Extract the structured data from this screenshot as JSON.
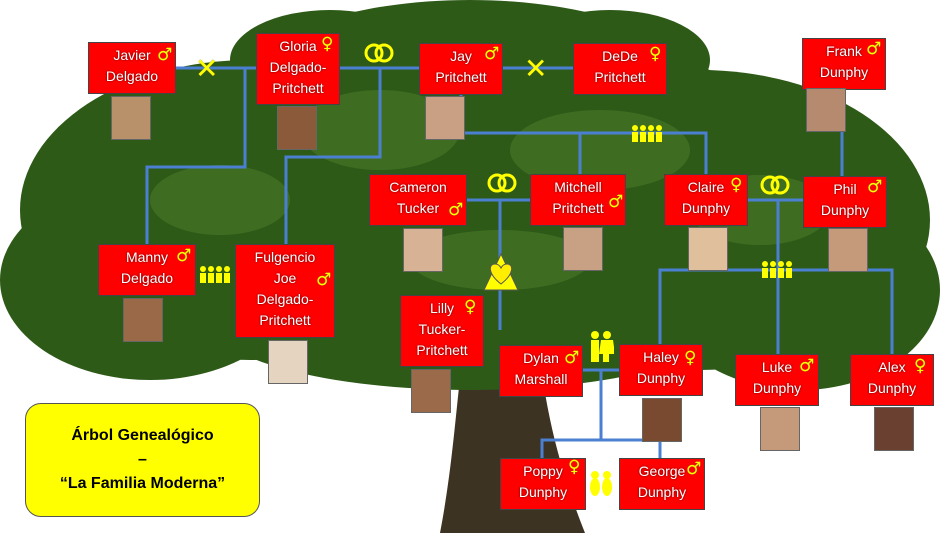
{
  "title": {
    "line1": "Árbol Genealógico",
    "line2": "–",
    "line3": "“La Familia Moderna”"
  },
  "colors": {
    "node_fill": "#ff0000",
    "node_text": "#ffffff",
    "symbol": "#ffff00",
    "connector": "#4a7fd1",
    "title_fill": "#ffff00"
  },
  "people": {
    "javier": {
      "name": "Javier\nDelgado"
    },
    "gloria": {
      "name": "Gloria\nDelgado-\nPritchett"
    },
    "jay": {
      "name": "Jay\nPritchett"
    },
    "dede": {
      "name": "DeDe\nPritchett"
    },
    "frank": {
      "name": "Frank\nDunphy"
    },
    "cameron": {
      "name": "Cameron\nTucker"
    },
    "mitchell": {
      "name": "Mitchell\nPritchett"
    },
    "claire": {
      "name": "Claire\nDunphy"
    },
    "phil": {
      "name": "Phil\nDunphy"
    },
    "manny": {
      "name": "Manny\nDelgado"
    },
    "fulgencio": {
      "name": "Fulgencio\nJoe\nDelgado-\nPritchett"
    },
    "lilly": {
      "name": "Lilly\nTucker-\nPritchett"
    },
    "dylan": {
      "name": "Dylan\nMarshall"
    },
    "haley": {
      "name": "Haley\nDunphy"
    },
    "luke": {
      "name": "Luke\nDunphy"
    },
    "alex": {
      "name": "Alex\nDunphy"
    },
    "poppy": {
      "name": "Poppy\nDunphy"
    },
    "george": {
      "name": "George\nDunphy"
    }
  },
  "symbols": {
    "male": "♂",
    "female": "♀",
    "divorce": "✕",
    "marriage": "⚭"
  },
  "icons": {
    "marriage": "wedding-rings-icon",
    "divorce": "divorce-cross-icon",
    "children": "children-group-icon",
    "couple": "couple-icon",
    "adoption": "heart-triangle-icon",
    "twins": "babies-icon"
  }
}
